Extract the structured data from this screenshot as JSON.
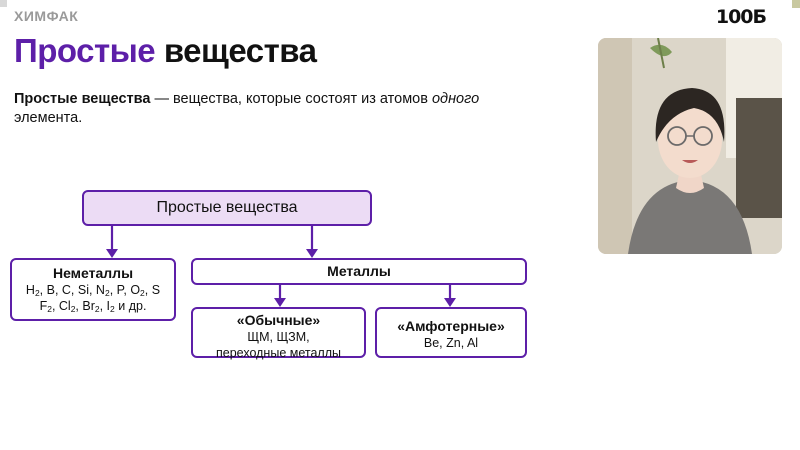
{
  "header": {
    "subject": "ХИМФАК",
    "brand": "100Б"
  },
  "slide": {
    "title_accent": "Простые",
    "title_rest": " вещества",
    "definition_term": "Простые вещества",
    "definition_text": " — вещества, которые состоят из атомов ",
    "definition_italic": "одного",
    "definition_end": " элемент­а."
  },
  "diagram": {
    "root": "Простые вещества",
    "nonmetals": {
      "title": "Неметаллы",
      "line1": [
        {
          "t": "H"
        },
        {
          "s": "2"
        },
        {
          "t": ", B, C, Si, N"
        },
        {
          "s": "2"
        },
        {
          "t": ", P, O"
        },
        {
          "s": "2"
        },
        {
          "t": ", S"
        }
      ],
      "line2": [
        {
          "t": "F"
        },
        {
          "s": "2"
        },
        {
          "t": ", Cl"
        },
        {
          "s": "2"
        },
        {
          "t": ", Br"
        },
        {
          "s": "2"
        },
        {
          "t": ", I"
        },
        {
          "s": "2"
        },
        {
          "t": " и др."
        }
      ]
    },
    "metals": "Металлы",
    "ordinary": {
      "title": "«Обычные»",
      "line1": "ЩМ, ЩЗМ,",
      "line2": "переходные металлы"
    },
    "amphoteric": {
      "title": "«Амфотерные»",
      "line1": "Be, Zn, Al"
    }
  },
  "colors": {
    "accent": "#5d1fa8",
    "root_fill": "#ecdcf5"
  }
}
